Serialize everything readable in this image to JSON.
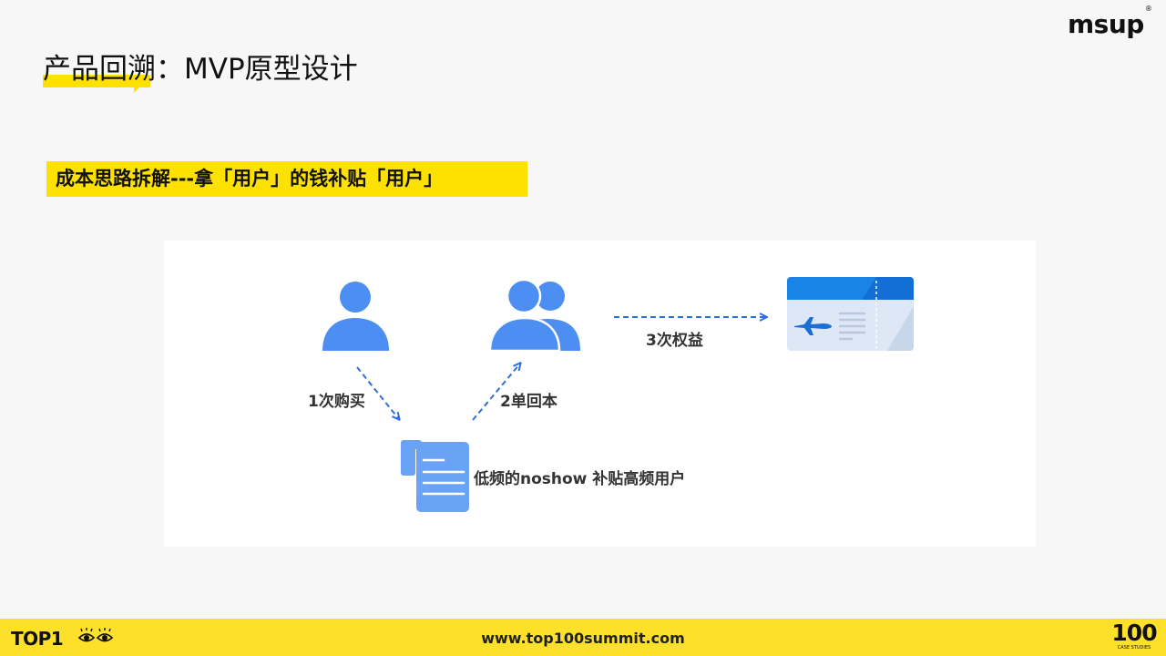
{
  "brand": {
    "msup_logo": "msup",
    "msup_mark": "®"
  },
  "title": "产品回溯：MVP原型设计",
  "subtitle": "成本思路拆解---拿「用户」的钱补贴「用户」",
  "diagram": {
    "step1_label": "1次购买",
    "step2_label": "2单回本",
    "step3_label": "3次权益",
    "doc_label": "低频的noshow 补贴高频用户",
    "icons": [
      "single-user-icon",
      "user-group-icon",
      "document-icon",
      "flight-ticket-icon"
    ],
    "colors": {
      "icon_blue": "#4d8ef2",
      "arrow_blue": "#2f6fdc",
      "doc_blue": "#6aa2f5",
      "ticket_top": "#1a84e6"
    }
  },
  "footer": {
    "left_logo": "TOP1",
    "url": "www.top100summit.com",
    "right_logo_big": "100",
    "right_logo_small": "CASE STUDIES"
  },
  "colors": {
    "accent_yellow": "#fde100",
    "background": "#f7f7f7"
  }
}
